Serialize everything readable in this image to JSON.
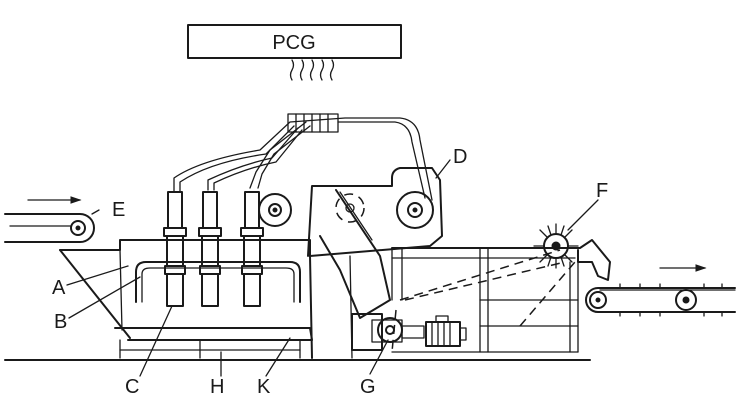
{
  "controller": {
    "label": "PCG"
  },
  "labels": {
    "A": "A",
    "B": "B",
    "C": "C",
    "D": "D",
    "E": "E",
    "F": "F",
    "G": "G",
    "H": "H",
    "K": "K"
  },
  "colors": {
    "ink": "#1a1a1a",
    "background": "#ffffff"
  }
}
